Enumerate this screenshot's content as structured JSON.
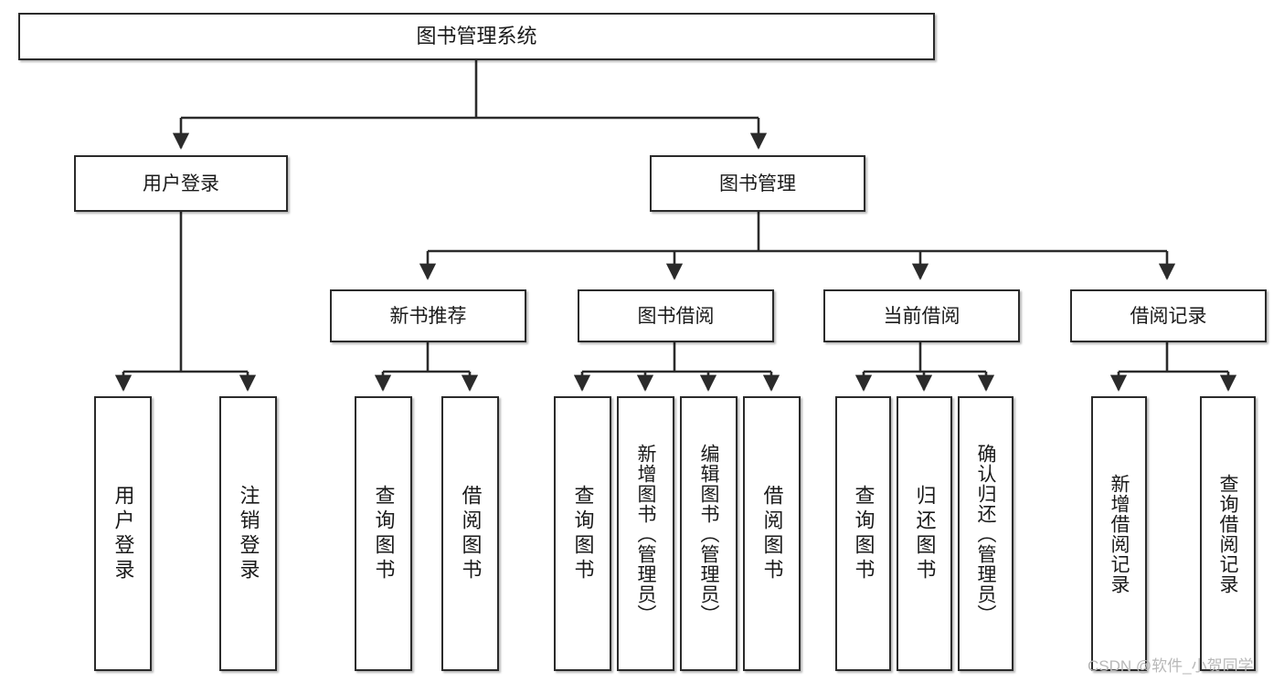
{
  "diagram": {
    "title": "图书管理系统",
    "type": "hierarchy-tree",
    "watermark": "CSDN @软件_小贺同学",
    "colors": {
      "box_border": "#2b2b2b",
      "box_fill": "#ffffff",
      "connector": "#2b2b2b",
      "text": "#1a1a1a",
      "watermark": "#b8b8b8"
    },
    "root": {
      "label": "图书管理系统"
    },
    "level1": [
      {
        "label": "用户登录"
      },
      {
        "label": "图书管理"
      }
    ],
    "level2": [
      {
        "label": "新书推荐"
      },
      {
        "label": "图书借阅"
      },
      {
        "label": "当前借阅"
      },
      {
        "label": "借阅记录"
      }
    ],
    "leaves": {
      "user_login": [
        {
          "label": "用户登录"
        },
        {
          "label": "注销登录"
        }
      ],
      "new_book": [
        {
          "label": "查询图书"
        },
        {
          "label": "借阅图书"
        }
      ],
      "borrow_book": [
        {
          "label": "查询图书"
        },
        {
          "label": "新增图书（管理员）"
        },
        {
          "label": "编辑图书（管理员）"
        },
        {
          "label": "借阅图书"
        }
      ],
      "current_borrow": [
        {
          "label": "查询图书"
        },
        {
          "label": "归还图书"
        },
        {
          "label": "确认归还（管理员）"
        }
      ],
      "borrow_record": [
        {
          "label": "新增借阅记录"
        },
        {
          "label": "查询借阅记录"
        }
      ]
    }
  }
}
